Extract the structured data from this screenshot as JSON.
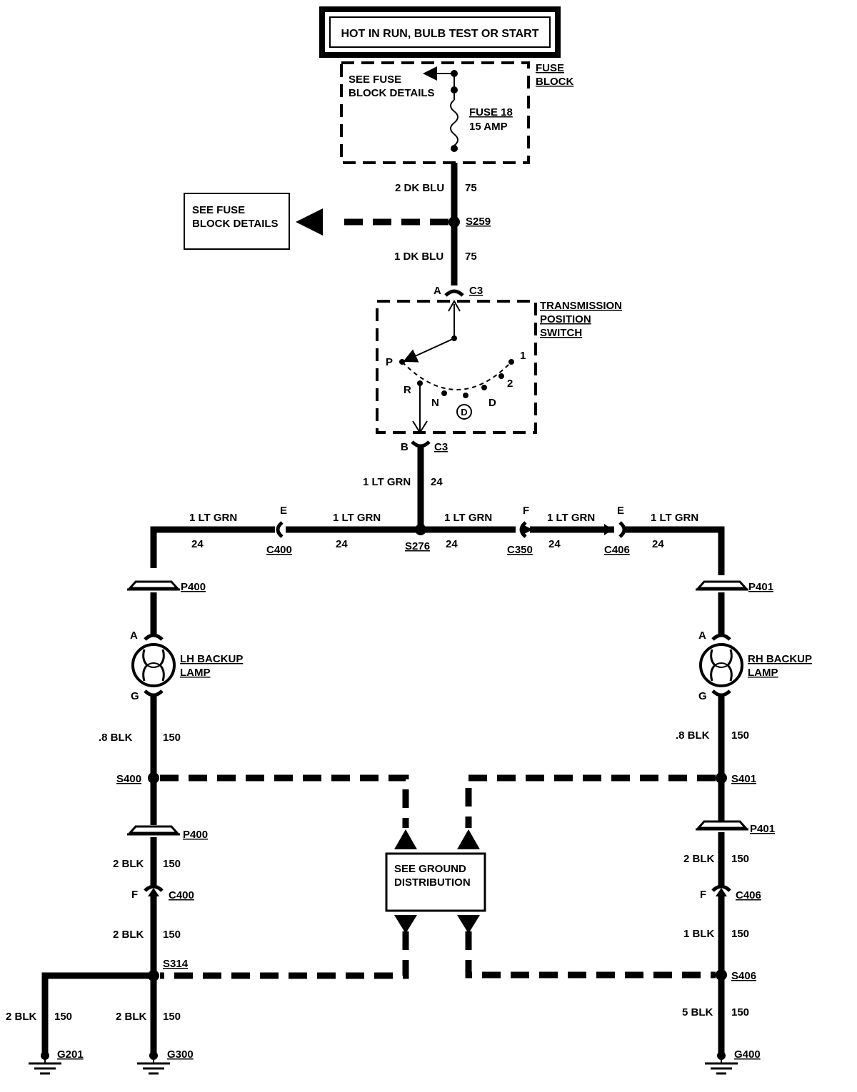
{
  "power_box": {
    "title": "HOT IN RUN, BULB TEST OR START"
  },
  "fuse_block": {
    "label_line1": "FUSE",
    "label_line2": "BLOCK",
    "see_details_line1": "SEE FUSE",
    "see_details_line2": "BLOCK DETAILS",
    "fuse_name": "FUSE 18",
    "fuse_rating": "15 AMP"
  },
  "wire_upper": {
    "size_color": "2 DK BLU",
    "circuit": "75"
  },
  "splice_s259": {
    "name": "S259"
  },
  "see_fuse_box": {
    "line1": "SEE FUSE",
    "line2": "BLOCK DETAILS"
  },
  "wire_to_switch": {
    "size_color": "1 DK BLU",
    "circuit": "75"
  },
  "switch": {
    "connector_top_pin": "A",
    "connector_top": "C3",
    "name_line1": "TRANSMISSION",
    "name_line2": "POSITION",
    "name_line3": "SWITCH",
    "pos_p": "P",
    "pos_r": "R",
    "pos_n": "N",
    "pos_d": "D",
    "pos_2": "2",
    "pos_1": "1",
    "circled": "D",
    "connector_bottom_pin": "B",
    "connector_bottom": "C3"
  },
  "wire_switch_out": {
    "size_color": "1 LT GRN",
    "circuit": "24"
  },
  "horizontal": {
    "seg_left_outer": {
      "size_color": "1 LT GRN",
      "circuit": "24"
    },
    "c400_pin": "E",
    "c400": "C400",
    "seg_left_inner": {
      "size_color": "1 LT GRN",
      "circuit": "24"
    },
    "s276": "S276",
    "seg_right_inner": {
      "size_color": "1 LT GRN",
      "circuit": "24"
    },
    "c350_pin": "F",
    "c350": "C350",
    "seg_right_mid": {
      "size_color": "1 LT GRN",
      "circuit": "24"
    },
    "c406_pin": "E",
    "c406": "C406",
    "seg_right_outer": {
      "size_color": "1 LT GRN",
      "circuit": "24"
    }
  },
  "left": {
    "p400_top": "P400",
    "lamp_pin_top": "A",
    "lamp_line1": "LH BACKUP",
    "lamp_line2": "LAMP",
    "lamp_pin_bottom": "G",
    "wire1": {
      "size_color": ".8 BLK",
      "circuit": "150"
    },
    "s400": "S400",
    "p400_bottom": "P400",
    "wire2": {
      "size_color": "2 BLK",
      "circuit": "150"
    },
    "c400_pin": "F",
    "c400": "C400",
    "wire3": {
      "size_color": "2 BLK",
      "circuit": "150"
    },
    "s314": "S314",
    "wire_g201": {
      "size_color": "2 BLK",
      "circuit": "150"
    },
    "g201": "G201",
    "wire_g300": {
      "size_color": "2 BLK",
      "circuit": "150"
    },
    "g300": "G300"
  },
  "right": {
    "p401_top": "P401",
    "lamp_pin_top": "A",
    "lamp_line1": "RH BACKUP",
    "lamp_line2": "LAMP",
    "lamp_pin_bottom": "G",
    "wire1": {
      "size_color": ".8 BLK",
      "circuit": "150"
    },
    "s401": "S401",
    "p401_bottom": "P401",
    "wire2": {
      "size_color": "2 BLK",
      "circuit": "150"
    },
    "c406_pin": "F",
    "c406": "C406",
    "wire3": {
      "size_color": "1 BLK",
      "circuit": "150"
    },
    "s406": "S406",
    "wire4": {
      "size_color": "5 BLK",
      "circuit": "150"
    },
    "g400": "G400"
  },
  "ground_dist": {
    "line1": "SEE GROUND",
    "line2": "DISTRIBUTION"
  }
}
